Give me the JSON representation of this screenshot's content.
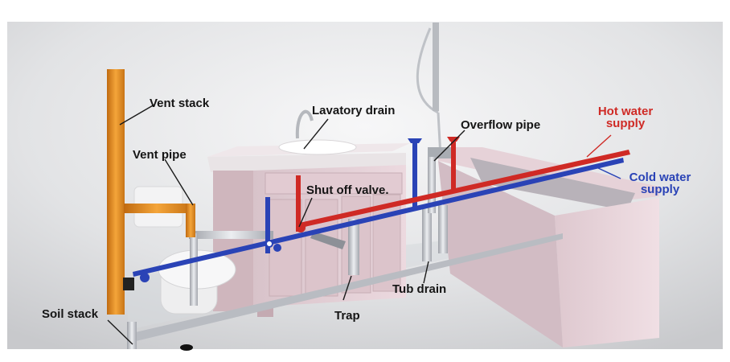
{
  "labels": {
    "vent_stack": "Vent stack",
    "vent_pipe": "Vent pipe",
    "lavatory_drain": "Lavatory drain",
    "overflow_pipe": "Overflow pipe",
    "hot_water_supply": [
      "Hot water",
      "supply"
    ],
    "cold_water_supply": [
      "Cold water",
      "supply"
    ],
    "shut_off_valve": "Shut off valve.",
    "tub_drain": "Tub drain",
    "trap": "Trap",
    "soil_stack": "Soil stack"
  },
  "colors": {
    "hot_pipe": "#cf2a25",
    "cold_pipe": "#2a43b6",
    "vent_pipe": "#e8931f",
    "drain_pipe": "#c9cbd1",
    "fixture": "#ecd8df",
    "background": "#dedfe1"
  }
}
